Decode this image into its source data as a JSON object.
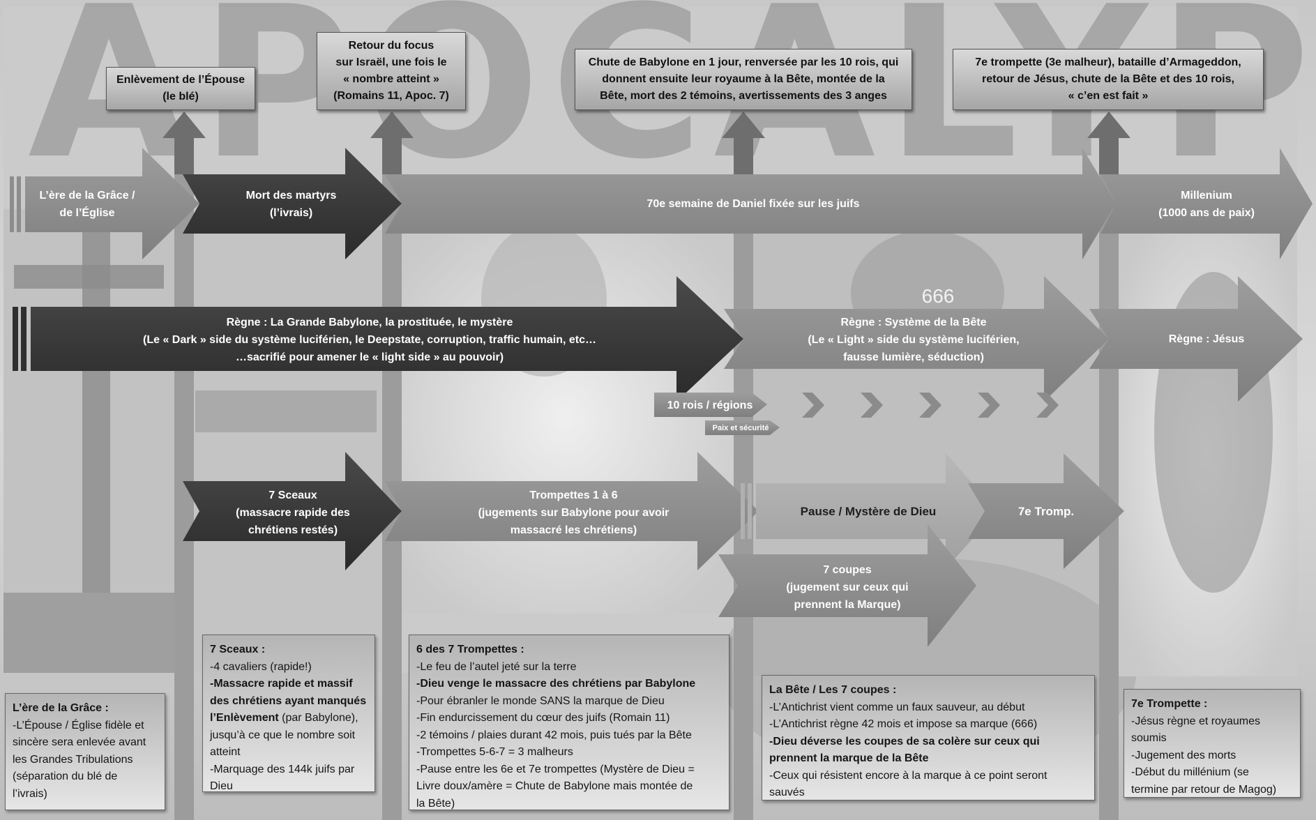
{
  "title": "APOCALYPSE",
  "callouts": [
    {
      "id": "enlevement",
      "lines": [
        "Enlèvement de l’Épouse",
        "(le blé)"
      ]
    },
    {
      "id": "focus",
      "lines": [
        "Retour du focus",
        "sur Israël, une fois le",
        "« nombre atteint »",
        "(Romains 11, Apoc. 7)"
      ]
    },
    {
      "id": "babylone",
      "lines": [
        "Chute de Babylone en 1 jour, renversée par les 10 rois, qui",
        "donnent ensuite leur royaume à la Bête, montée de la",
        "Bête, mort des 2 témoins, avertissements des 3 anges"
      ]
    },
    {
      "id": "trompette7",
      "lines": [
        "7e trompette (3e malheur), bataille d’Armageddon,",
        "retour de Jésus, chute de la Bête et des 10 rois,",
        "« c’en est fait »"
      ]
    }
  ],
  "arrows": {
    "grace": [
      "L’ère de la Grâce /",
      "de l’Église"
    ],
    "martyrs": [
      "Mort des martyrs",
      "(l’ivrais)"
    ],
    "daniel": [
      "70e semaine de Daniel fixée sur les juifs"
    ],
    "millenium": [
      "Millenium",
      "(1000 ans de paix)"
    ],
    "babylone": [
      "Règne : La Grande Babylone, la prostituée, le mystère",
      "(Le « Dark » side du système luciférien, le Deepstate, corruption, traffic humain, etc…",
      "…sacrifié pour amener le « light side » au pouvoir)"
    ],
    "bete": [
      "Règne : Système de la Bête",
      "(Le « Light » side du système luciférien,",
      "fausse lumière, séduction)"
    ],
    "jesus": [
      "Règne : Jésus"
    ],
    "rois": [
      "10 rois / régions"
    ],
    "paix": [
      "Paix et sécurité"
    ],
    "sceaux": [
      "7 Sceaux",
      "(massacre rapide des",
      "chrétiens restés)"
    ],
    "trompettes": [
      "Trompettes 1 à 6",
      "(jugements sur Babylone pour avoir",
      "massacré les chrétiens)"
    ],
    "pause": [
      "Pause / Mystère de Dieu"
    ],
    "tromp7": [
      "7e Tromp."
    ],
    "coupes": [
      "7 coupes",
      "(jugement sur ceux qui",
      "prennent la Marque)"
    ]
  },
  "mark666": "666",
  "panels": [
    {
      "id": "grace",
      "title": "L’ère de la Grâce :",
      "lines": [
        {
          "t": "-L’Épouse  / Église fidèle et",
          "b": false
        },
        {
          "t": "sincère sera enlevée avant",
          "b": false
        },
        {
          "t": "les Grandes Tribulations",
          "b": false
        },
        {
          "t": "(séparation du blé de",
          "b": false
        },
        {
          "t": "l’ivrais)",
          "b": false
        }
      ]
    },
    {
      "id": "sceaux",
      "title": "7 Sceaux :",
      "lines": [
        {
          "t": "-4 cavaliers (rapide!)",
          "b": false
        },
        {
          "t": "-Massacre rapide et massif",
          "b": true
        },
        {
          "t": "des chrétiens ayant manqués",
          "b": true
        },
        {
          "t": "l’Enlèvement",
          "b": true,
          "after": " (par Babylone),"
        },
        {
          "t": "jusqu’à ce que le nombre soit",
          "b": false
        },
        {
          "t": "atteint",
          "b": false
        },
        {
          "t": "-Marquage des 144k juifs par",
          "b": false
        },
        {
          "t": "Dieu",
          "b": false
        }
      ]
    },
    {
      "id": "trompettes",
      "title": "6 des 7 Trompettes :",
      "lines": [
        {
          "t": "-Le feu de l’autel jeté sur la terre",
          "b": false
        },
        {
          "t": "-Dieu venge le massacre des chrétiens par Babylone",
          "b": true
        },
        {
          "t": "-Pour ébranler le monde SANS la marque de Dieu",
          "b": false
        },
        {
          "t": "-Fin endurcissement du cœur des juifs (Romain 11)",
          "b": false
        },
        {
          "t": "-2 témoins / plaies durant 42 mois, puis tués par la Bête",
          "b": false
        },
        {
          "t": "-Trompettes 5-6-7 = 3 malheurs",
          "b": false
        },
        {
          "t": "-Pause entre les 6e et 7e trompettes (Mystère de Dieu =",
          "b": false
        },
        {
          "t": "Livre doux/amère = Chute de Babylone mais montée de",
          "b": false
        },
        {
          "t": "la Bête)",
          "b": false
        }
      ]
    },
    {
      "id": "bete",
      "title": "La Bête / Les 7 coupes :",
      "lines": [
        {
          "t": "-L’Antichrist vient comme un faux sauveur, au début",
          "b": false
        },
        {
          "t": "-L’Antichrist règne 42 mois et impose sa marque (666)",
          "b": false
        },
        {
          "t": "-Dieu déverse les coupes de sa colère sur ceux qui",
          "b": true
        },
        {
          "t": "prennent la marque de la Bête",
          "b": true
        },
        {
          "t": "-Ceux qui résistent encore à la marque à ce point seront",
          "b": false
        },
        {
          "t": "sauvés",
          "b": false
        }
      ]
    },
    {
      "id": "septieme",
      "title": "7e Trompette :",
      "lines": [
        {
          "t": "-Jésus règne et royaumes",
          "b": false
        },
        {
          "t": "soumis",
          "b": false
        },
        {
          "t": "-Jugement des morts",
          "b": false
        },
        {
          "t": "-Début du millénium (se",
          "b": false
        },
        {
          "t": "termine par retour de Magog)",
          "b": false
        }
      ]
    }
  ],
  "colors": {
    "dark_arrow": "#333333",
    "mid_arrow": "#8c8c8c",
    "light_arrow": "#a9a9a9",
    "pillar": "#9c9c9c"
  }
}
